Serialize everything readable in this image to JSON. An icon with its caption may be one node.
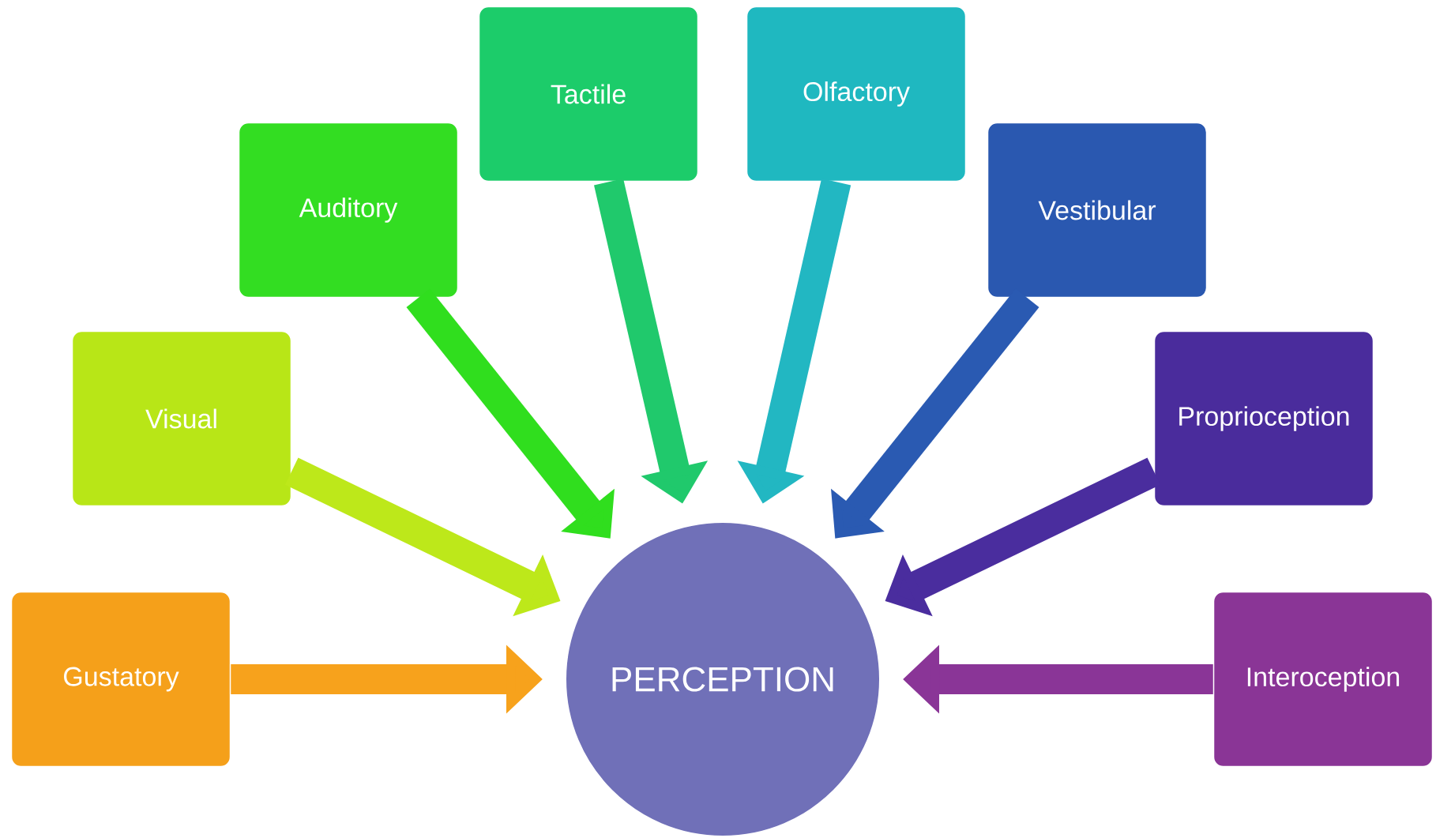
{
  "diagram": {
    "nodes": [
      {
        "text": [
          "Gustatory"
        ]
      },
      {
        "text": [
          "Visual"
        ]
      },
      {
        "text": [
          "Auditory"
        ]
      },
      {
        "text": [
          "Tactile"
        ]
      },
      {
        "text": [
          "Olfactory"
        ]
      },
      {
        "text": [
          "Vestibular"
        ]
      },
      {
        "text": [
          "Proprioception"
        ]
      },
      {
        "text": [
          "Interoception"
        ]
      },
      {
        "text": [
          "PERCEPTION"
        ]
      }
    ],
    "edges": [
      {
        "from": 0,
        "to": 8,
        "arrow": "to",
        "color": "#f7a21c"
      },
      {
        "from": 1,
        "to": 8,
        "arrow": "to",
        "color": "#bde81a"
      },
      {
        "from": 2,
        "to": 8,
        "arrow": "to",
        "color": "#30de1e"
      },
      {
        "from": 3,
        "to": 8,
        "arrow": "to",
        "color": "#20c96c"
      },
      {
        "from": 4,
        "to": 8,
        "arrow": "to",
        "color": "#22b7c2"
      },
      {
        "from": 5,
        "to": 8,
        "arrow": "to",
        "color": "#2a5ab2"
      },
      {
        "from": 6,
        "to": 8,
        "arrow": "to",
        "color": "#4a2d9e"
      },
      {
        "from": 7,
        "to": 8,
        "arrow": "to",
        "color": "#8a3597"
      }
    ]
  }
}
